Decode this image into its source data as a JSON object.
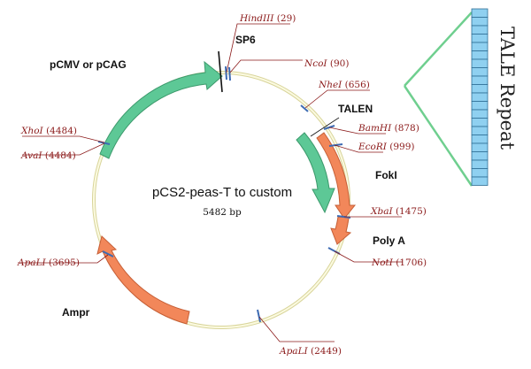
{
  "plasmid": {
    "name": "pCS2-peas-T to custom",
    "size_label": "5482 bp"
  },
  "features": {
    "promoter": "pCMV or pCAG",
    "sp6": "SP6",
    "talen": "TALEN",
    "foki": "FokI",
    "polya": "Poly A",
    "ampr": "Ampr"
  },
  "sites": {
    "hindiii": {
      "enzyme": "HindIII",
      "position": "(29)"
    },
    "ncoi": {
      "enzyme": "NcoI",
      "position": "(90)"
    },
    "nhei": {
      "enzyme": "NheI",
      "position": "(656)"
    },
    "bamhi": {
      "enzyme": "BamHI",
      "position": "(878)"
    },
    "ecori": {
      "enzyme": "EcoRI",
      "position": "(999)"
    },
    "xbai": {
      "enzyme": "XbaI",
      "position": "(1475)"
    },
    "noti": {
      "enzyme": "NotI",
      "position": "(1706)"
    },
    "apali_r": {
      "enzyme": "ApaLI",
      "position": "(2449)"
    },
    "apali_l": {
      "enzyme": "ApaLI",
      "position": "(3695)"
    },
    "xhoi": {
      "enzyme": "XhoI",
      "position": "(4484)"
    },
    "avai": {
      "enzyme": "AvaI",
      "position": "(4484)"
    }
  },
  "tale": {
    "label": "TALE Repeat"
  },
  "colors": {
    "green_arrow": "#5dc896",
    "orange_arrow": "#f2875a",
    "backbone": "#f3f0b8",
    "site_tick": "#3d6bb3",
    "leader": "#8b1a1a",
    "tale_fill": "#8fd0f0",
    "tale_connector": "#6fcf8f"
  }
}
